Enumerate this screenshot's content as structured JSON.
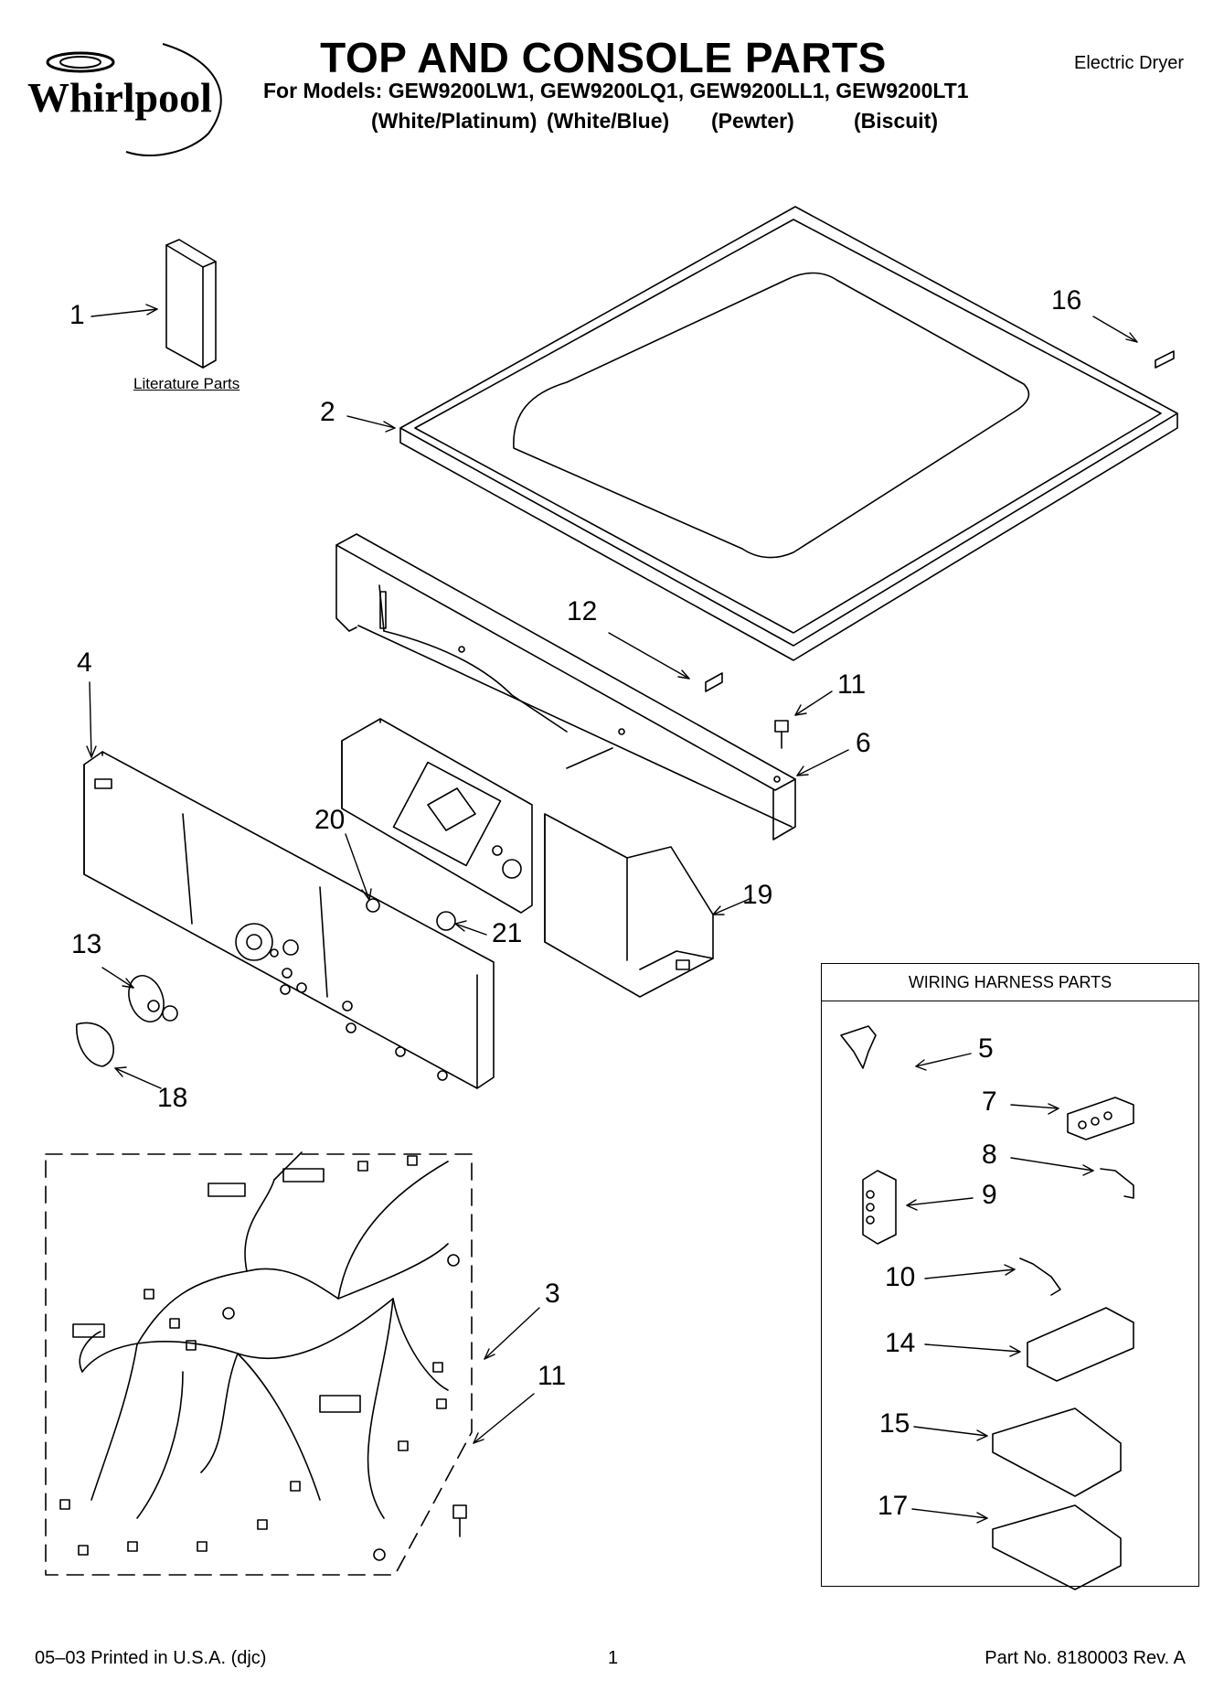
{
  "header": {
    "brand": "Whirlpool",
    "title": "TOP AND CONSOLE PARTS",
    "doc_type": "Electric Dryer",
    "models_line": "For Models: GEW9200LW1, GEW9200LQ1, GEW9200LL1, GEW9200LT1",
    "colors": [
      "(White/Platinum)",
      "(White/Blue)",
      "(Pewter)",
      "(Biscuit)"
    ]
  },
  "labels": {
    "literature_parts": "Literature Parts",
    "wiring_harness_parts": "WIRING HARNESS PARTS"
  },
  "callouts": [
    "1",
    "2",
    "16",
    "12",
    "11",
    "4",
    "6",
    "20",
    "19",
    "21",
    "13",
    "18",
    "3",
    "11",
    "5",
    "7",
    "8",
    "9",
    "10",
    "14",
    "15",
    "17"
  ],
  "footer": {
    "left": "05–03 Printed in U.S.A. (djc)",
    "page": "1",
    "right": "Part No. 8180003 Rev. A"
  }
}
